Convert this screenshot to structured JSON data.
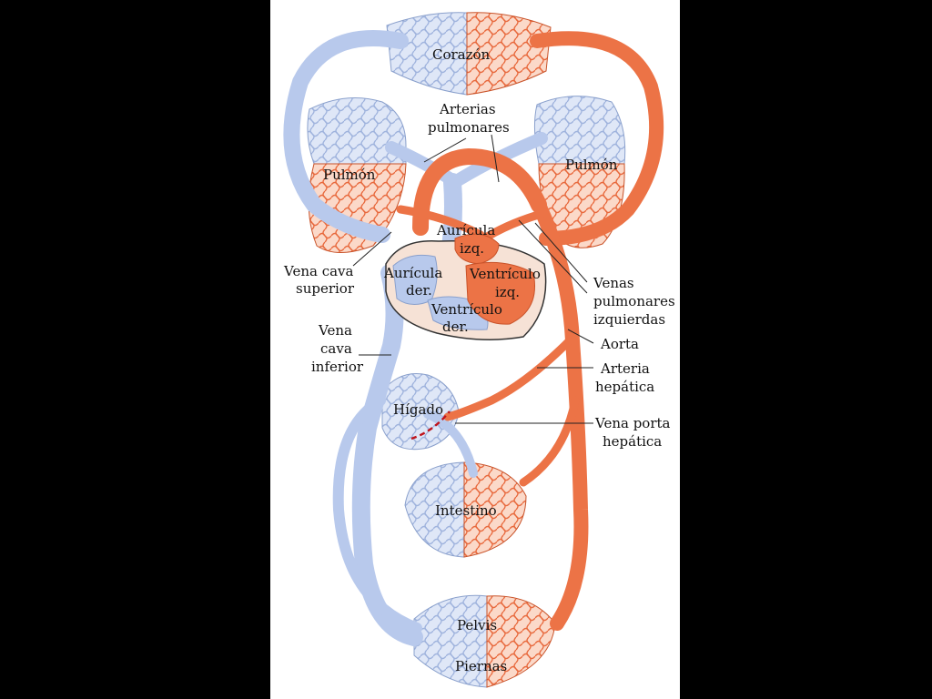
{
  "labels": {
    "corazon": "Corazón",
    "arterias_1": "Arterias",
    "arterias_2": "pulmonares",
    "pulmon_left": "Pulmón",
    "pulmon_right": "Pulmón",
    "auricula_izq_1": "Aurícula",
    "auricula_izq_2": "izq.",
    "auricula_der_1": "Aurícula",
    "auricula_der_2": "der.",
    "ventriculo_izq_1": "Ventrículo",
    "ventriculo_izq_2": "izq.",
    "ventriculo_der_1": "Ventrículo",
    "ventriculo_der_2": "der.",
    "vena_cava_sup_1": "Vena cava",
    "vena_cava_sup_2": "superior",
    "vena_cava_inf_1": "Vena",
    "vena_cava_inf_2": "cava",
    "vena_cava_inf_3": "inferior",
    "venas_pulm_1": "Venas",
    "venas_pulm_2": "pulmonares",
    "venas_pulm_3": "izquierdas",
    "aorta": "Aorta",
    "arteria_hep_1": "Arteria",
    "arteria_hep_2": "hepática",
    "higado": "Hígado",
    "vena_porta_1": "Vena porta",
    "vena_porta_2": "hepática",
    "intestino": "Intestino",
    "pelvis": "Pelvis",
    "piernas": "Piernas"
  },
  "colors": {
    "deoxygenated": "#b8c9ec",
    "oxygenated": "#ec7346",
    "background": "#000000",
    "panel": "#ffffff"
  }
}
